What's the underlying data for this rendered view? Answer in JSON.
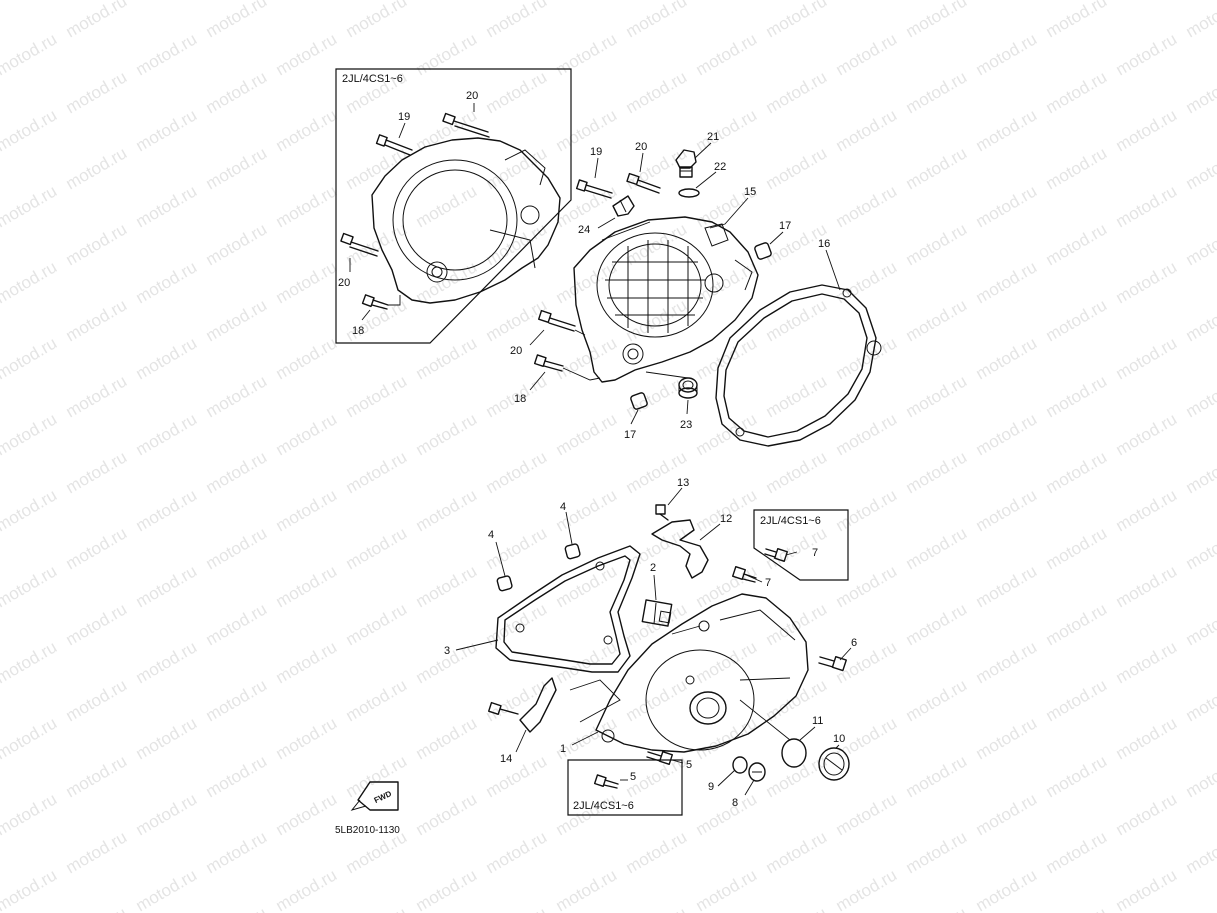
{
  "watermark": {
    "text": "motod.ru"
  },
  "variant_boxes": [
    {
      "id": "top-left",
      "label": "2JL/4CS1~6"
    },
    {
      "id": "right",
      "label": "2JL/4CS1~6"
    },
    {
      "id": "bottom",
      "label": "2JL/4CS1~6"
    }
  ],
  "callouts": {
    "b_tl_20": "20",
    "b_tl_19": "19",
    "b_tl_20b": "20",
    "b_tl_18": "18",
    "u_19": "19",
    "u_20": "20",
    "u_21": "21",
    "u_22": "22",
    "u_15": "15",
    "u_24": "24",
    "u_17": "17",
    "u_16": "16",
    "u_20b": "20",
    "u_18": "18",
    "u_17b": "17",
    "u_23": "23",
    "l_13": "13",
    "l_12": "12",
    "l_4a": "4",
    "l_4b": "4",
    "l_2": "2",
    "l_7a": "7",
    "l_7b": "7",
    "l_3": "3",
    "l_6": "6",
    "l_11": "11",
    "l_10": "10",
    "l_1": "1",
    "l_14": "14",
    "l_5a": "5",
    "l_5b": "5",
    "l_9": "9",
    "l_8": "8"
  },
  "fwd_label": "FWD",
  "diagram_code": "5LB2010-1130"
}
